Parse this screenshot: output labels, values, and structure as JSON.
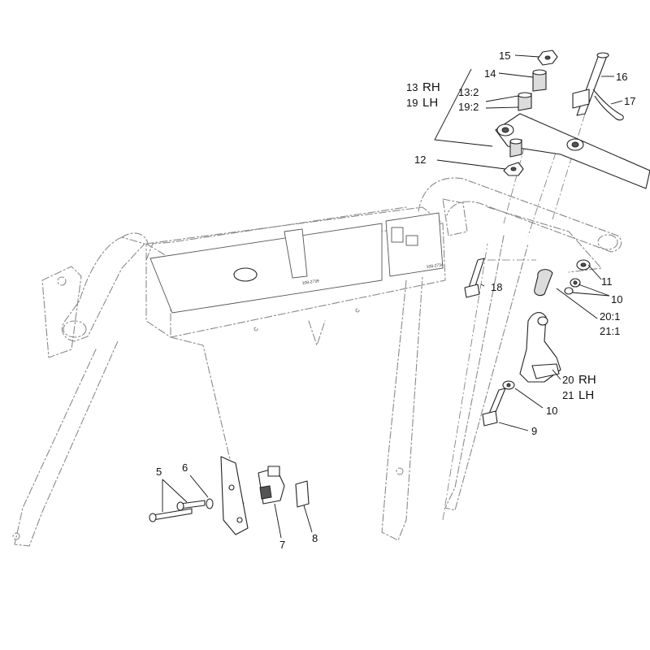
{
  "callouts": {
    "c5": "5",
    "c6": "6",
    "c7": "7",
    "c8": "8",
    "c9": "9",
    "c10a": "10",
    "c10b": "10",
    "c11": "11",
    "c12": "12",
    "c13": "13",
    "c13_side": "RH",
    "c19": "19",
    "c19_side": "LH",
    "c13_2": "13:2",
    "c19_2": "19:2",
    "c14": "14",
    "c15": "15",
    "c16": "16",
    "c17": "17",
    "c18": "18",
    "c20_1": "20:1",
    "c21_1": "21:1",
    "c20": "20",
    "c20_side": "RH",
    "c21": "21",
    "c21_side": "LH"
  },
  "decals": {
    "left": "108-2739",
    "right": "108-2734"
  }
}
